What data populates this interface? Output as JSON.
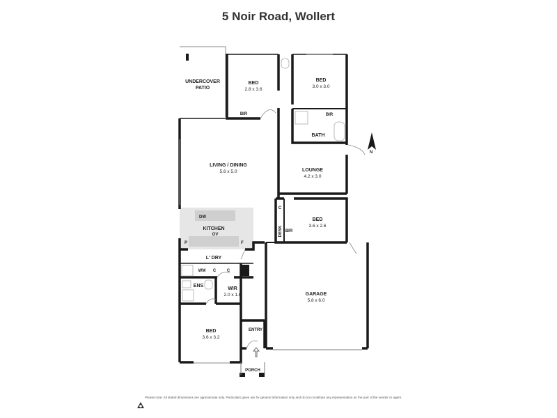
{
  "title": "5 Noir Road, Wollert",
  "compass": "N",
  "rooms": {
    "patio": {
      "name": "UNDERCOVER",
      "name2": "PATIO"
    },
    "bed1": {
      "name": "BED",
      "dims": "2.8 x 3.6"
    },
    "bed2": {
      "name": "BED",
      "dims": "3.0 x 3.0"
    },
    "bir1": "BIR",
    "bir2": "BIR",
    "bath": "BATH",
    "living": {
      "name": "LIVING / DINING",
      "dims": "5.6 x 5.0"
    },
    "lounge": {
      "name": "LOUNGE",
      "dims": "4.2 x 3.0"
    },
    "c1": "C",
    "bed3": {
      "name": "BED",
      "dims": "3.6 x 2.6"
    },
    "desk": "DESK",
    "bir3": "BIR",
    "dw": "DW",
    "kitchen": "KITCHEN",
    "ov": "OV",
    "p": "P",
    "f": "F",
    "ldry": "L' DRY",
    "wm": "WM",
    "c2": "C",
    "c3": "C",
    "ens": "ENS",
    "wir": {
      "name": "WIR",
      "dims": "2.0 x 1.6"
    },
    "garage": {
      "name": "GARAGE",
      "dims": "5.8 x 6.0"
    },
    "entry": "ENTRY",
    "bed4": {
      "name": "BED",
      "dims": "3.6 x 3.2"
    },
    "porch": "PORCH"
  },
  "disclaimer": "Please note: All stated dimensions are approximate only. Particulars given are for general information only and do not constitute any representation on the part of the vendor or agent.",
  "colors": {
    "wall": "#1a1a1a",
    "kitchen": "#e6e6e6",
    "fixture": "#bdbdbd"
  }
}
